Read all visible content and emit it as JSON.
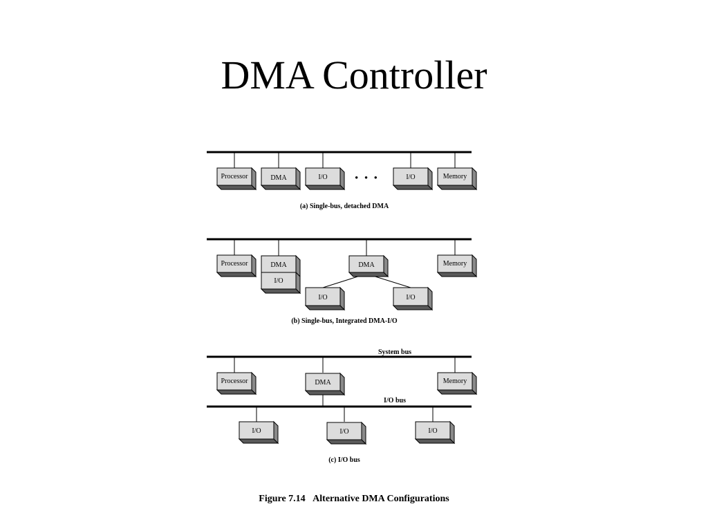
{
  "title": "DMA Controller",
  "panels": {
    "a": {
      "caption": "(a) Single-bus, detached DMA",
      "processor": "Processor",
      "dma": "DMA",
      "io1": "I/O",
      "ellipsis": "• • •",
      "io2": "I/O",
      "memory": "Memory"
    },
    "b": {
      "caption": "(b) Single-bus, Integrated DMA-I/O",
      "processor": "Processor",
      "dma1": "DMA",
      "io_stack": "I/O",
      "dma2": "DMA",
      "memory": "Memory",
      "io1": "I/O",
      "io2": "I/O"
    },
    "c": {
      "caption": "(c) I/O bus",
      "system_bus_label": "System bus",
      "io_bus_label": "I/O bus",
      "processor": "Processor",
      "dma": "DMA",
      "memory": "Memory",
      "io1": "I/O",
      "io2": "I/O",
      "io3": "I/O"
    }
  },
  "figure": {
    "number": "Figure 7.14",
    "caption": "Alternative DMA Configurations"
  },
  "colors": {
    "box_face": "#dcdcdc",
    "box_side": "#8a8a8a",
    "box_bottom": "#5a5a5a",
    "line": "#000000"
  }
}
